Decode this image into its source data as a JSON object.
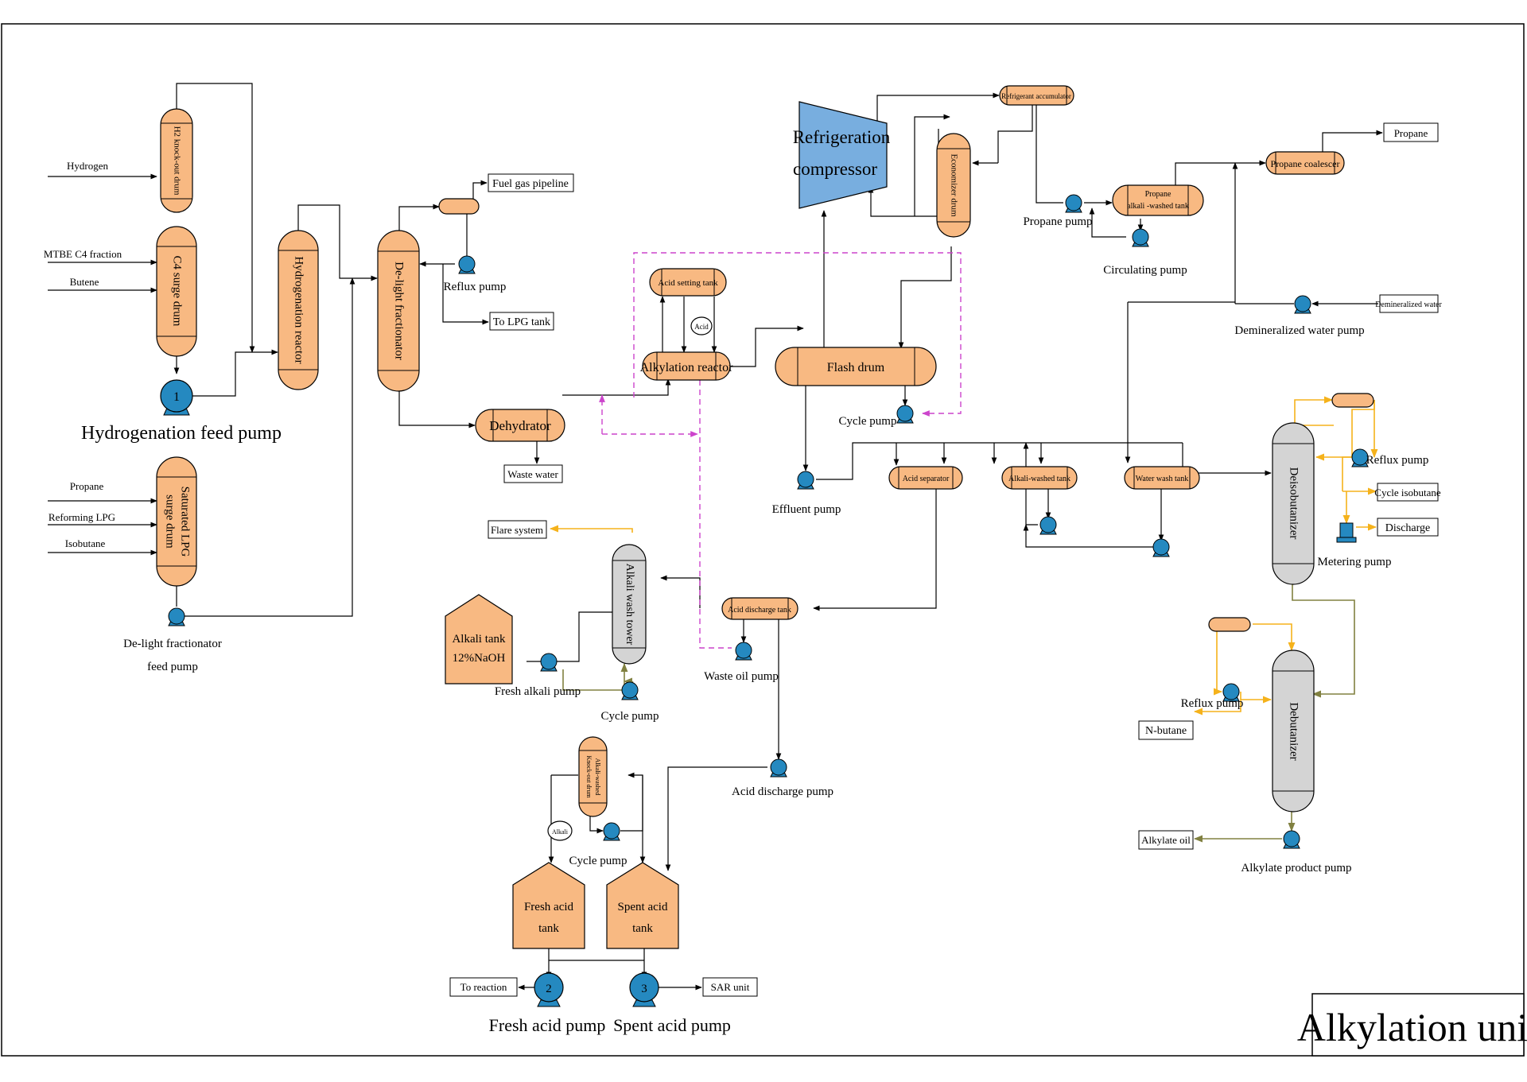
{
  "title": "Alkylation unit",
  "colors": {
    "vessel": "#f8b982",
    "grey_vessel": "#d4d4d4",
    "pump": "#2589c0",
    "compressor": "#78aedf",
    "yellow_line": "#f5b21b",
    "olive_line": "#808040",
    "magenta_dash": "#cc44cc"
  },
  "vessels": {
    "h2_knockout": "H2 knock-out drum",
    "c4_surge": "C4 surge drum",
    "hydrogenation_reactor": "Hydrogenation reactor",
    "delight_fractionator": "De-light fractionator",
    "saturated_lpg_line1": "Saturated LPG",
    "saturated_lpg_line2": "surge drum",
    "dehydrator": "Dehydrator",
    "acid_setting_tank": "Acid setting tank",
    "acid_bubble": "Acid",
    "alkylation_reactor": "Alkylation reactor",
    "flash_drum": "Flash drum",
    "refrigeration_line1": "Refrigeration",
    "refrigeration_line2": "compressor",
    "refrigerant_accumulator": "Refrigerant accumulator",
    "economizer_drum": "Economizer drum",
    "propane_tank_line1": "Propane",
    "propane_tank_line2": "alkali -washed tank",
    "propane_coalescer": "Propane coalescer",
    "acid_separator": "Acid separator",
    "alkali_washed_tank": "Alkali-washed tank",
    "water_wash_tank": "Water wash tank",
    "deisobutanizer": "Deisobutanizer",
    "debutanizer": "Debutanizer",
    "alkali_wash_tower": "Alkali wash tower",
    "alkali_tank_line1": "Alkali tank",
    "alkali_tank_line2": "12%NaOH",
    "acid_discharge_tank": "Acid discharge tank",
    "knockout_line1": "Alkali-washed",
    "knockout_line2": "Knock-out drum",
    "alkali_bubble": "Alkali",
    "fresh_acid_line1": "Fresh acid",
    "fresh_acid_line2": "tank",
    "spent_acid_line1": "Spent acid",
    "spent_acid_line2": "tank"
  },
  "pumps": {
    "hydrogenation_feed": {
      "number": "1",
      "label": "Hydrogenation feed pump"
    },
    "delight_feed_line1": "De-light fractionator",
    "delight_feed_line2": "feed pump",
    "reflux_top": "Reflux pump",
    "cycle": "Cycle pump",
    "effluent": "Effluent pump",
    "propane": "Propane pump",
    "circulating": "Circulating pump",
    "demineralized_water": "Demineralized water pump",
    "reflux_deiso": "Reflux pump",
    "metering": "Metering pump",
    "reflux_debut": "Reflux pump",
    "alkylate_product": "Alkylate product pump",
    "waste_oil": "Waste oil pump",
    "fresh_alkali": "Fresh alkali pump",
    "cycle_alkali": "Cycle pump",
    "acid_discharge": "Acid discharge pump",
    "cycle_acid": "Cycle pump",
    "fresh_acid": {
      "number": "2",
      "label": "Fresh acid pump"
    },
    "spent_acid": {
      "number": "3",
      "label": "Spent acid pump"
    }
  },
  "streams": {
    "hydrogen": "Hydrogen",
    "mtbe_c4": "MTBE C4 fraction",
    "butene": "Butene",
    "propane_in": "Propane",
    "reforming_lpg": "Reforming LPG",
    "isobutane": "Isobutane",
    "waste_water": "Waste water",
    "flare_system": "Flare system"
  },
  "boxes": {
    "fuel_gas": "Fuel gas pipeline",
    "to_lpg_tank": "To LPG tank",
    "propane_out": "Propane",
    "demineralized_water": "Demineralized water",
    "cycle_isobutane": "Cycle isobutane",
    "discharge": "Discharge",
    "n_butane": "N-butane",
    "alkylate_oil": "Alkylate oil",
    "to_reaction": "To reaction",
    "sar_unit": "SAR unit",
    "waste_water": "Waste water",
    "flare_system": "Flare system"
  }
}
